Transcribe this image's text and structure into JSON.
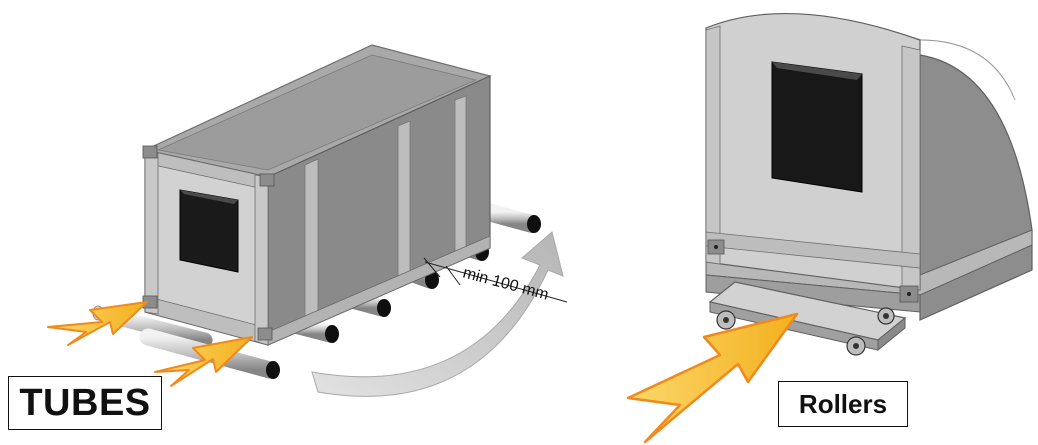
{
  "labels": {
    "tubes": "TUBES",
    "rollers": "Rollers"
  },
  "dimension": {
    "text": "min 100 mm"
  },
  "colors": {
    "arrow_fill": "#f6c233",
    "arrow_edge": "#f08a1c",
    "panel_light": "#d4d4d4",
    "panel_mid": "#9a9a9a",
    "panel_dark": "#7c7c7c",
    "frame": "#cfcfcf",
    "opening": "#161616",
    "curved_arrow": "#c9c9c9"
  },
  "icons": [
    "push-arrow-icon",
    "curved-arrow-icon",
    "tube-icon",
    "roller-wheel-icon"
  ]
}
